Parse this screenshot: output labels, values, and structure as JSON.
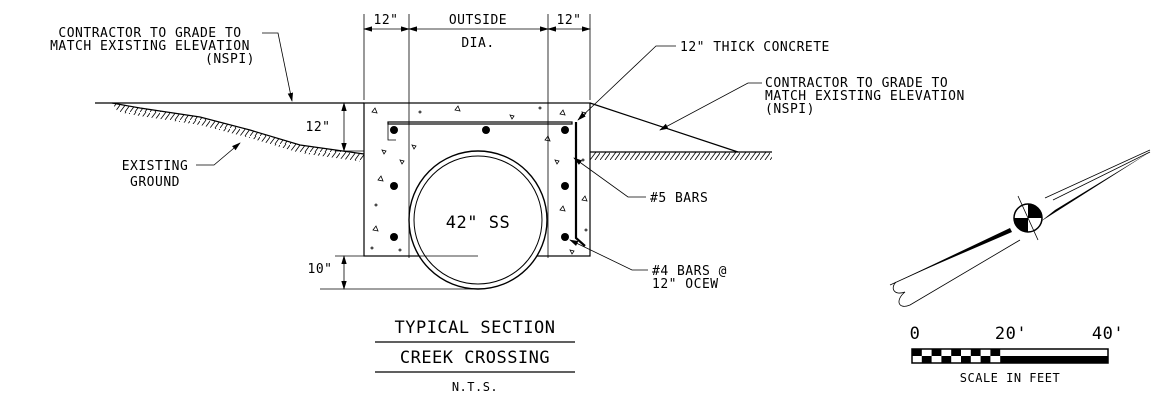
{
  "labels": {
    "grade_left": [
      "CONTRACTOR TO GRADE TO",
      "MATCH EXISTING ELEVATION",
      "(NSPI)"
    ],
    "grade_right": [
      "CONTRACTOR TO GRADE TO",
      "MATCH EXISTING ELEVATION",
      "(NSPI)"
    ],
    "dim_left": "12\"",
    "dim_right": "12\"",
    "outside_dia": [
      "OUTSIDE",
      "DIA."
    ],
    "thick_concrete": "12\" THICK CONCRETE",
    "cover_dim": "12\"",
    "base_dim": "10\"",
    "existing_ground": [
      "EXISTING",
      "GROUND"
    ],
    "pipe": "42\" SS",
    "bars5": "#5 BARS",
    "bars4": [
      "#4 BARS @",
      "12\" OCEW"
    ]
  },
  "title": {
    "line1": "TYPICAL SECTION",
    "line2": "CREEK CROSSING",
    "note": "N.T.S."
  },
  "scale": {
    "ticks": [
      "0",
      "20'",
      "40'"
    ],
    "caption": "SCALE IN FEET"
  }
}
